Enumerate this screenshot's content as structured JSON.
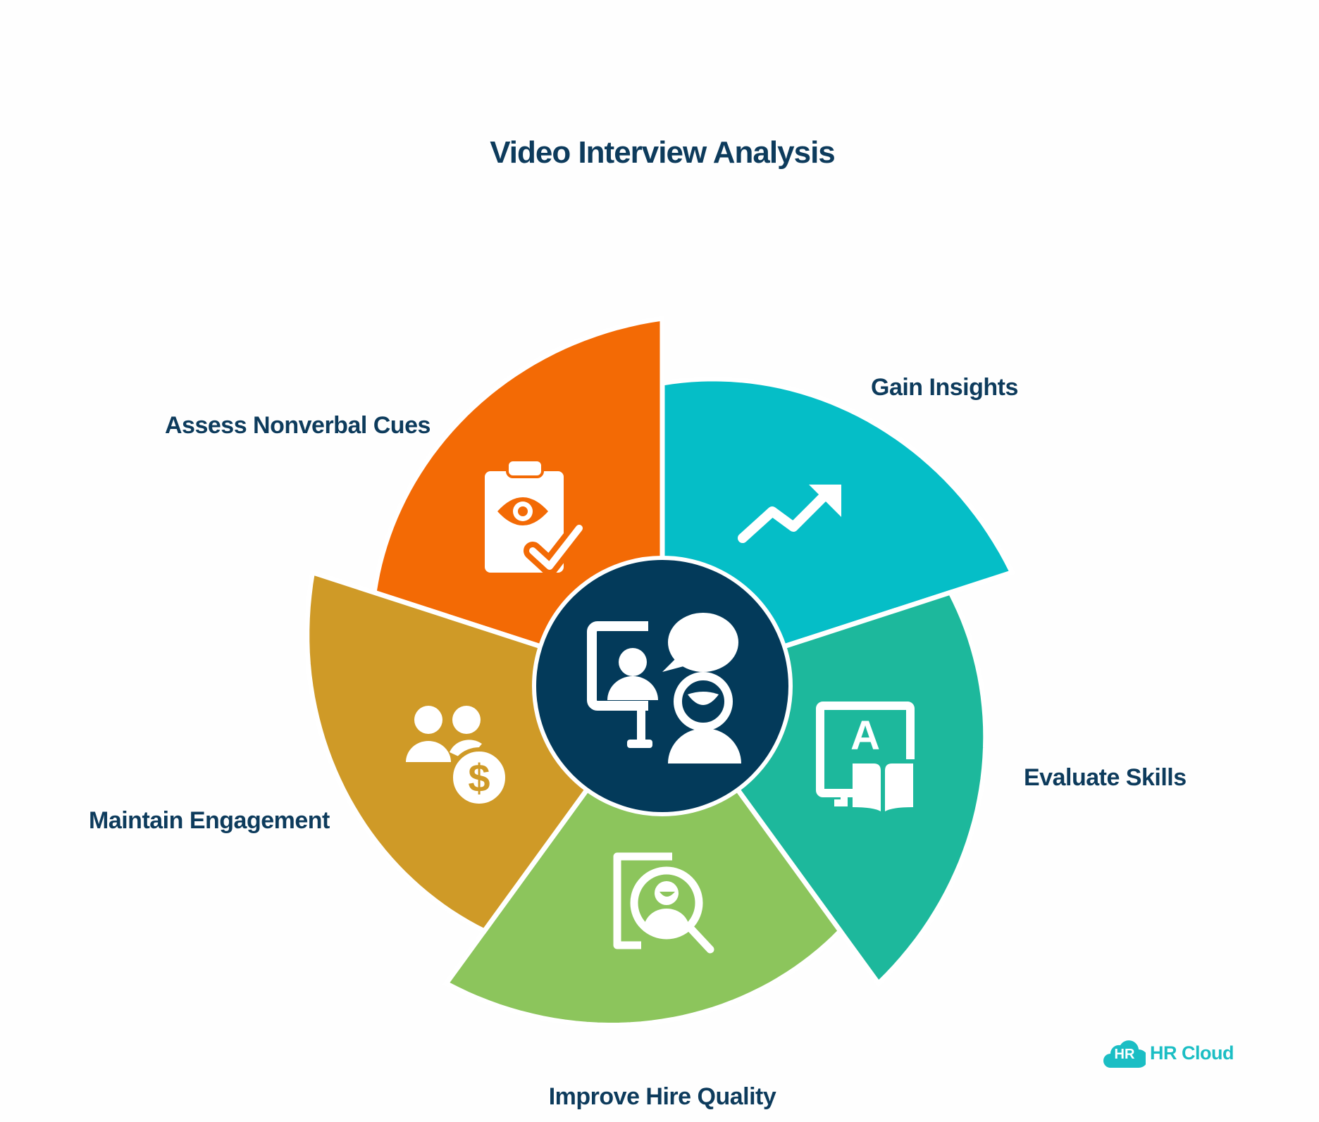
{
  "title": "Video Interview Analysis",
  "center": {
    "icon": "video-interview-icon",
    "color": "#033a5a"
  },
  "segments": [
    {
      "label": "Assess Nonverbal Cues",
      "color": "#f36a05",
      "icon": "clipboard-eye-check-icon"
    },
    {
      "label": "Gain Insights",
      "color": "#05bec7",
      "icon": "trend-up-arrow-icon"
    },
    {
      "label": "Evaluate Skills",
      "color": "#1db89c",
      "icon": "monitor-book-icon"
    },
    {
      "label": "Improve Hire Quality",
      "color": "#8cc55c",
      "icon": "document-search-person-icon"
    },
    {
      "label": "Maintain Engagement",
      "color": "#cf9a27",
      "icon": "people-money-icon"
    }
  ],
  "logo": {
    "badge": "HR",
    "text": "HR Cloud",
    "color": "#1bbec4"
  }
}
